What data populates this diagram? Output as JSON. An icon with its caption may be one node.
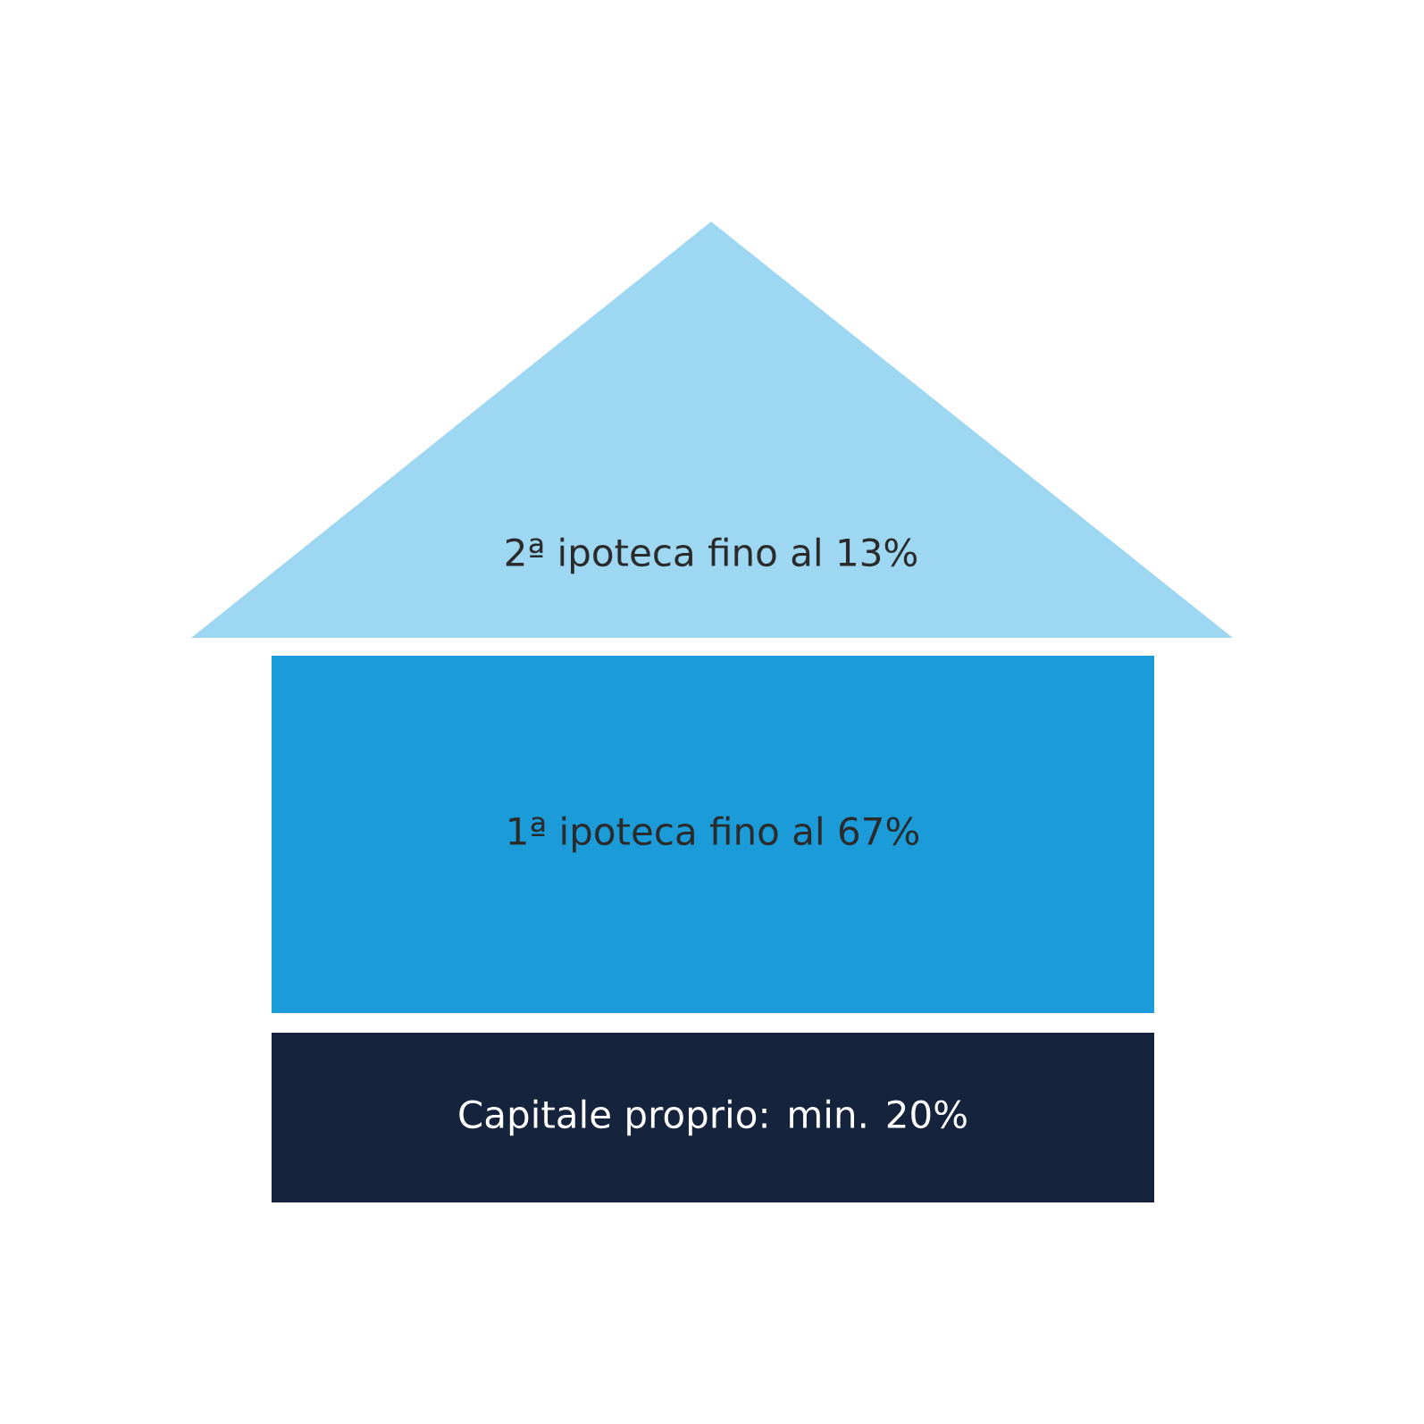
{
  "diagram": {
    "nodes": [
      {
        "text": [
          "2ª ipoteca fino al 13%"
        ]
      },
      {
        "text": [
          "1ª ipoteca fino al 67%"
        ]
      },
      {
        "text": [
          "Capitale proprio: min. 20%"
        ]
      }
    ]
  }
}
